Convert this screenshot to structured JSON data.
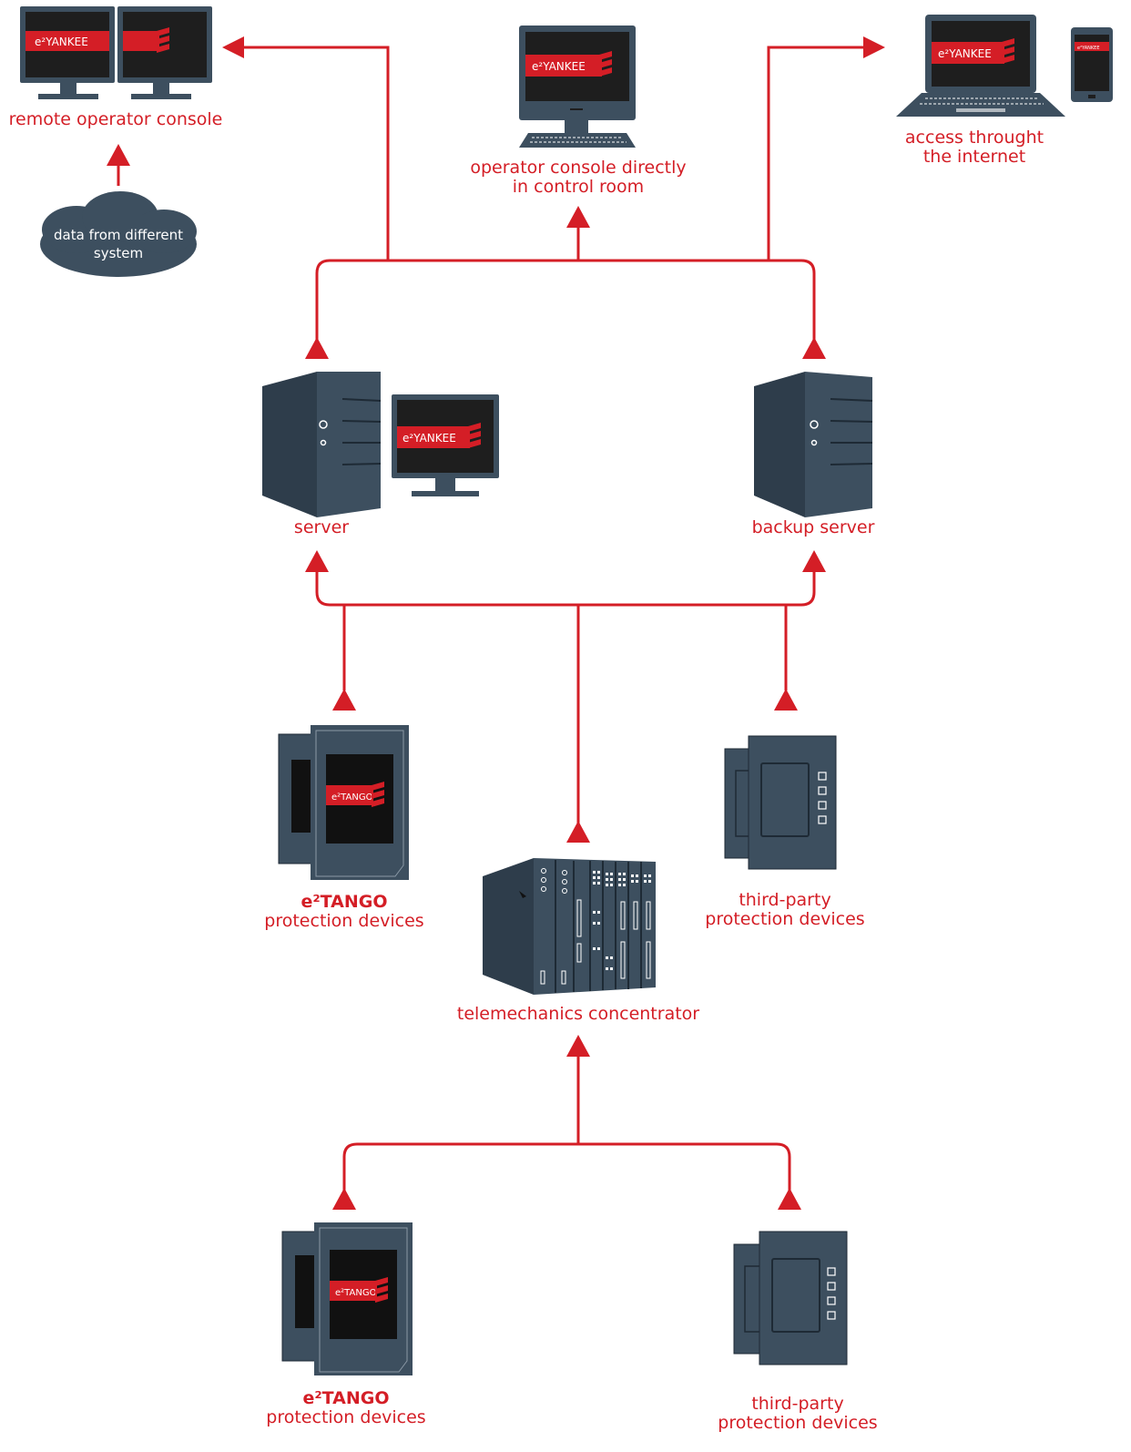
{
  "nodes": {
    "remote_console": {
      "label": "remote operator console"
    },
    "cloud": {
      "line1": "data from different",
      "line2": "system"
    },
    "control_room": {
      "line1": "operator console directly",
      "line2": "in control room"
    },
    "internet": {
      "line1": "access throught",
      "line2": "the internet"
    },
    "server": {
      "label": "server"
    },
    "backup_server": {
      "label": "backup server"
    },
    "tango_top": {
      "line1": "e²TANGO",
      "line2": "protection devices"
    },
    "third_party_top": {
      "line1": "third-party",
      "line2": "protection devices"
    },
    "concentrator": {
      "label": "telemechanics concentrator"
    },
    "tango_bottom": {
      "line1": "e²TANGO",
      "line2": "protection devices"
    },
    "third_party_bottom": {
      "line1": "third-party",
      "line2": "protection devices"
    }
  },
  "screen_brand": {
    "yankee": "e²YANKEE",
    "tango": "e²TANGO"
  },
  "colors": {
    "accent": "#d41e26",
    "device": "#3d4f5f",
    "device_dark": "#2e3d4b",
    "screen": "#1e1e1e"
  }
}
